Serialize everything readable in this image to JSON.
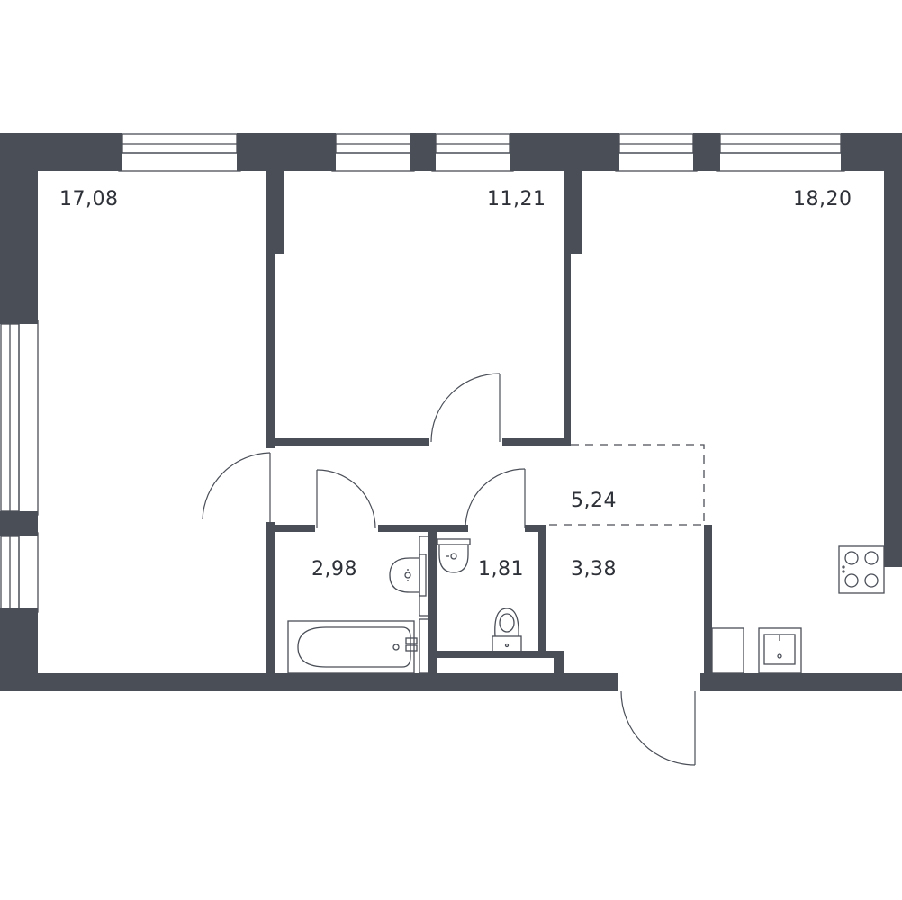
{
  "colors": {
    "wall": "#4a4e57",
    "background": "#ffffff",
    "text": "#2e3138"
  },
  "rooms": {
    "room_left": {
      "area": "17,08"
    },
    "room_middle": {
      "area": "11,21"
    },
    "room_right": {
      "area": "18,20"
    },
    "hallway": {
      "area": "5,24"
    },
    "bathroom": {
      "area": "2,98"
    },
    "toilet": {
      "area": "1,81"
    },
    "entrance": {
      "area": "3,38"
    }
  }
}
